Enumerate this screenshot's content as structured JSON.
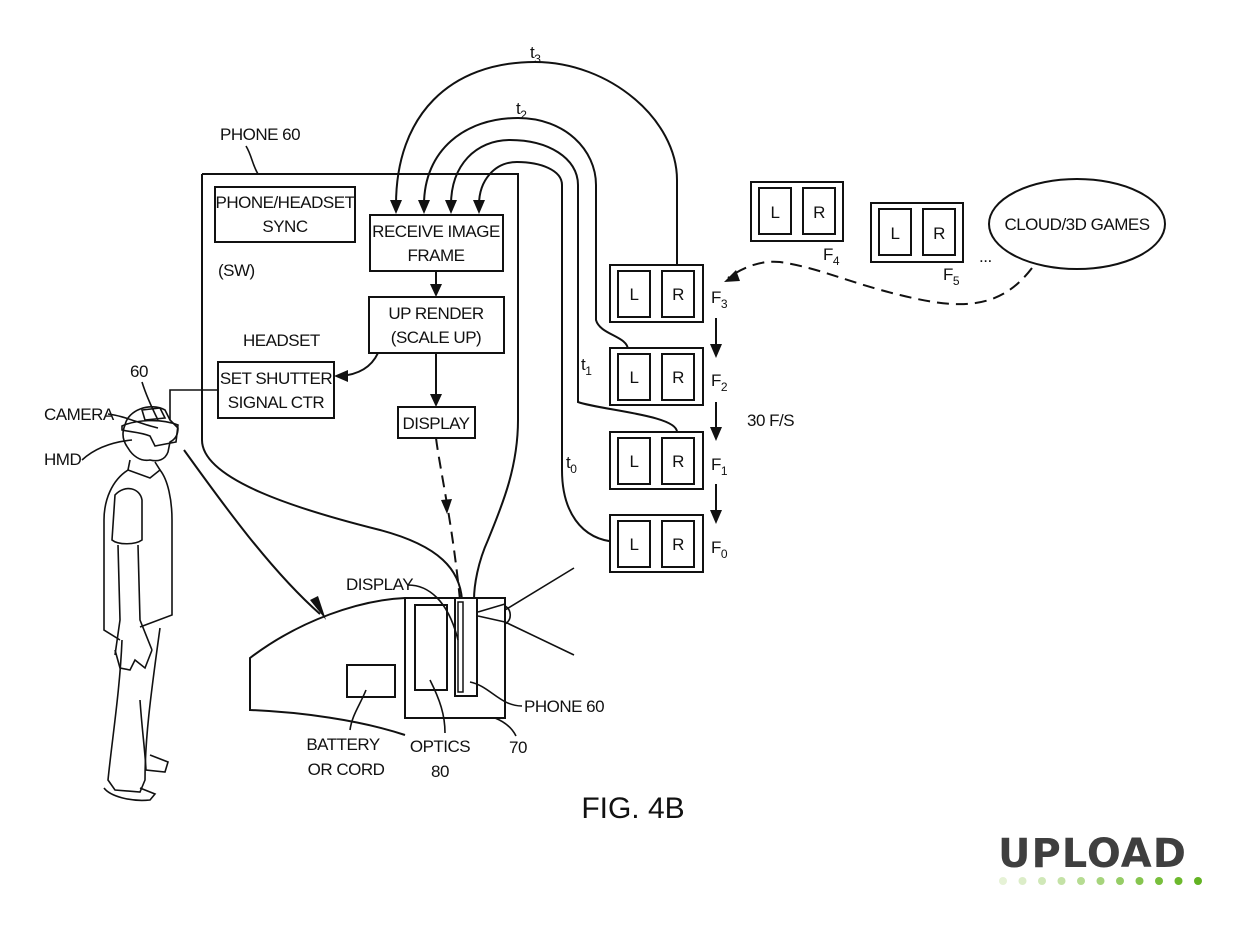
{
  "figure": {
    "caption": "FIG. 4B",
    "phone_label": "PHONE  60",
    "sw_label": "(SW)",
    "headset_label": "HEADSET",
    "blocks": {
      "sync": [
        "PHONE/HEADSET",
        "SYNC"
      ],
      "receive": [
        "RECEIVE IMAGE",
        "FRAME"
      ],
      "uprender": [
        "UP RENDER",
        "(SCALE UP)"
      ],
      "display": "DISPLAY",
      "shutter": [
        "SET SHUTTER",
        "SIGNAL CTR"
      ]
    },
    "time_labels": [
      {
        "base": "t",
        "sub": "0"
      },
      {
        "base": "t",
        "sub": "1"
      },
      {
        "base": "t",
        "sub": "2"
      },
      {
        "base": "t",
        "sub": "3"
      }
    ],
    "frames": [
      {
        "name": "F",
        "sub": "3",
        "left": "L",
        "right": "R"
      },
      {
        "name": "F",
        "sub": "2",
        "left": "L",
        "right": "R"
      },
      {
        "name": "F",
        "sub": "1",
        "left": "L",
        "right": "R"
      },
      {
        "name": "F",
        "sub": "0",
        "left": "L",
        "right": "R"
      },
      {
        "name": "F",
        "sub": "4",
        "left": "L",
        "right": "R"
      },
      {
        "name": "F",
        "sub": "5",
        "left": "L",
        "right": "R"
      }
    ],
    "frame_rate": "30 F/S",
    "ellipsis": "...",
    "cloud_source": "CLOUD/3D GAMES",
    "person_labels": {
      "ref": "60",
      "camera": "CAMERA",
      "hmd": "HMD"
    },
    "headset_parts": {
      "display": "DISPLAY",
      "phone": "PHONE 60",
      "battery": [
        "BATTERY",
        "OR CORD"
      ],
      "optics": [
        "OPTICS",
        "80"
      ],
      "housing_ref": "70"
    }
  },
  "logo": {
    "text": "UPLOAD",
    "dot_colors": [
      "#e6f2d6",
      "#dcedc8",
      "#d0e8b8",
      "#c4e2a6",
      "#b6dc92",
      "#a6d47c",
      "#96cd66",
      "#86c54f",
      "#78bf3c",
      "#6cb92c",
      "#62b322"
    ]
  }
}
